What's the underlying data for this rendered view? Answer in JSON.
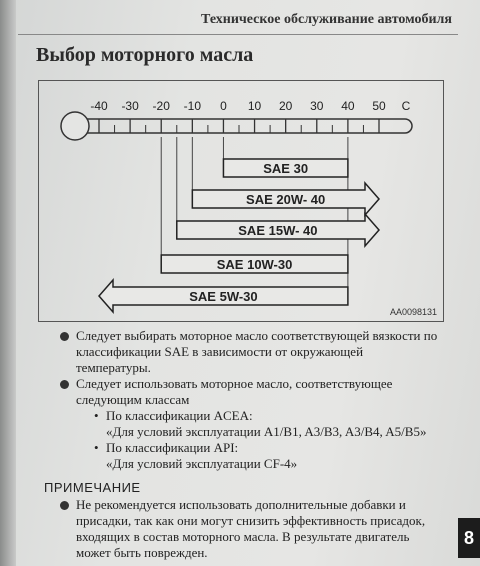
{
  "header": {
    "running_title": "Техническое обслуживание автомобиля",
    "page_title": "Выбор моторного масла"
  },
  "chart_data": {
    "type": "range-bar",
    "unit": "°C",
    "ticks": [
      -40,
      -30,
      -20,
      -10,
      0,
      10,
      20,
      30,
      40,
      50
    ],
    "xlim": [
      -45,
      57
    ],
    "bars": [
      {
        "label": "SAE 30",
        "from": 0,
        "to": 40,
        "arrow_left": false,
        "arrow_right": false
      },
      {
        "label": "SAE 20W- 40",
        "from": -10,
        "to": 50,
        "arrow_left": false,
        "arrow_right": true
      },
      {
        "label": "SAE 15W- 40",
        "from": -15,
        "to": 50,
        "arrow_left": false,
        "arrow_right": true
      },
      {
        "label": "SAE 10W-30",
        "from": -20,
        "to": 40,
        "arrow_left": false,
        "arrow_right": false
      },
      {
        "label": "SAE  5W-30",
        "from": -40,
        "to": 40,
        "arrow_left": true,
        "arrow_right": false
      }
    ],
    "figure_code": "AA0098131"
  },
  "bullets": [
    {
      "text": "Следует выбирать моторное масло соответствующей вязкости по классификации SAE в зависимости от окружающей температуры."
    },
    {
      "text": "Следует использовать моторное масло, соответствующее следующим классам",
      "sub": [
        {
          "title": "По классификации ACEA:",
          "value": "«Для условий эксплуатации A1/B1, A3/B3, A3/B4, A5/B5»"
        },
        {
          "title": "По классификации API:",
          "value": "«Для условий эксплуатации CF-4»"
        }
      ]
    }
  ],
  "note": {
    "title": "ПРИМЕЧАНИЕ",
    "text": "Не рекомендуется использовать дополнительные добавки и присадки, так как они могут снизить эффективность присадок, входящих в состав моторного масла. В результате двигатель может быть поврежден."
  },
  "page_tab": "8"
}
